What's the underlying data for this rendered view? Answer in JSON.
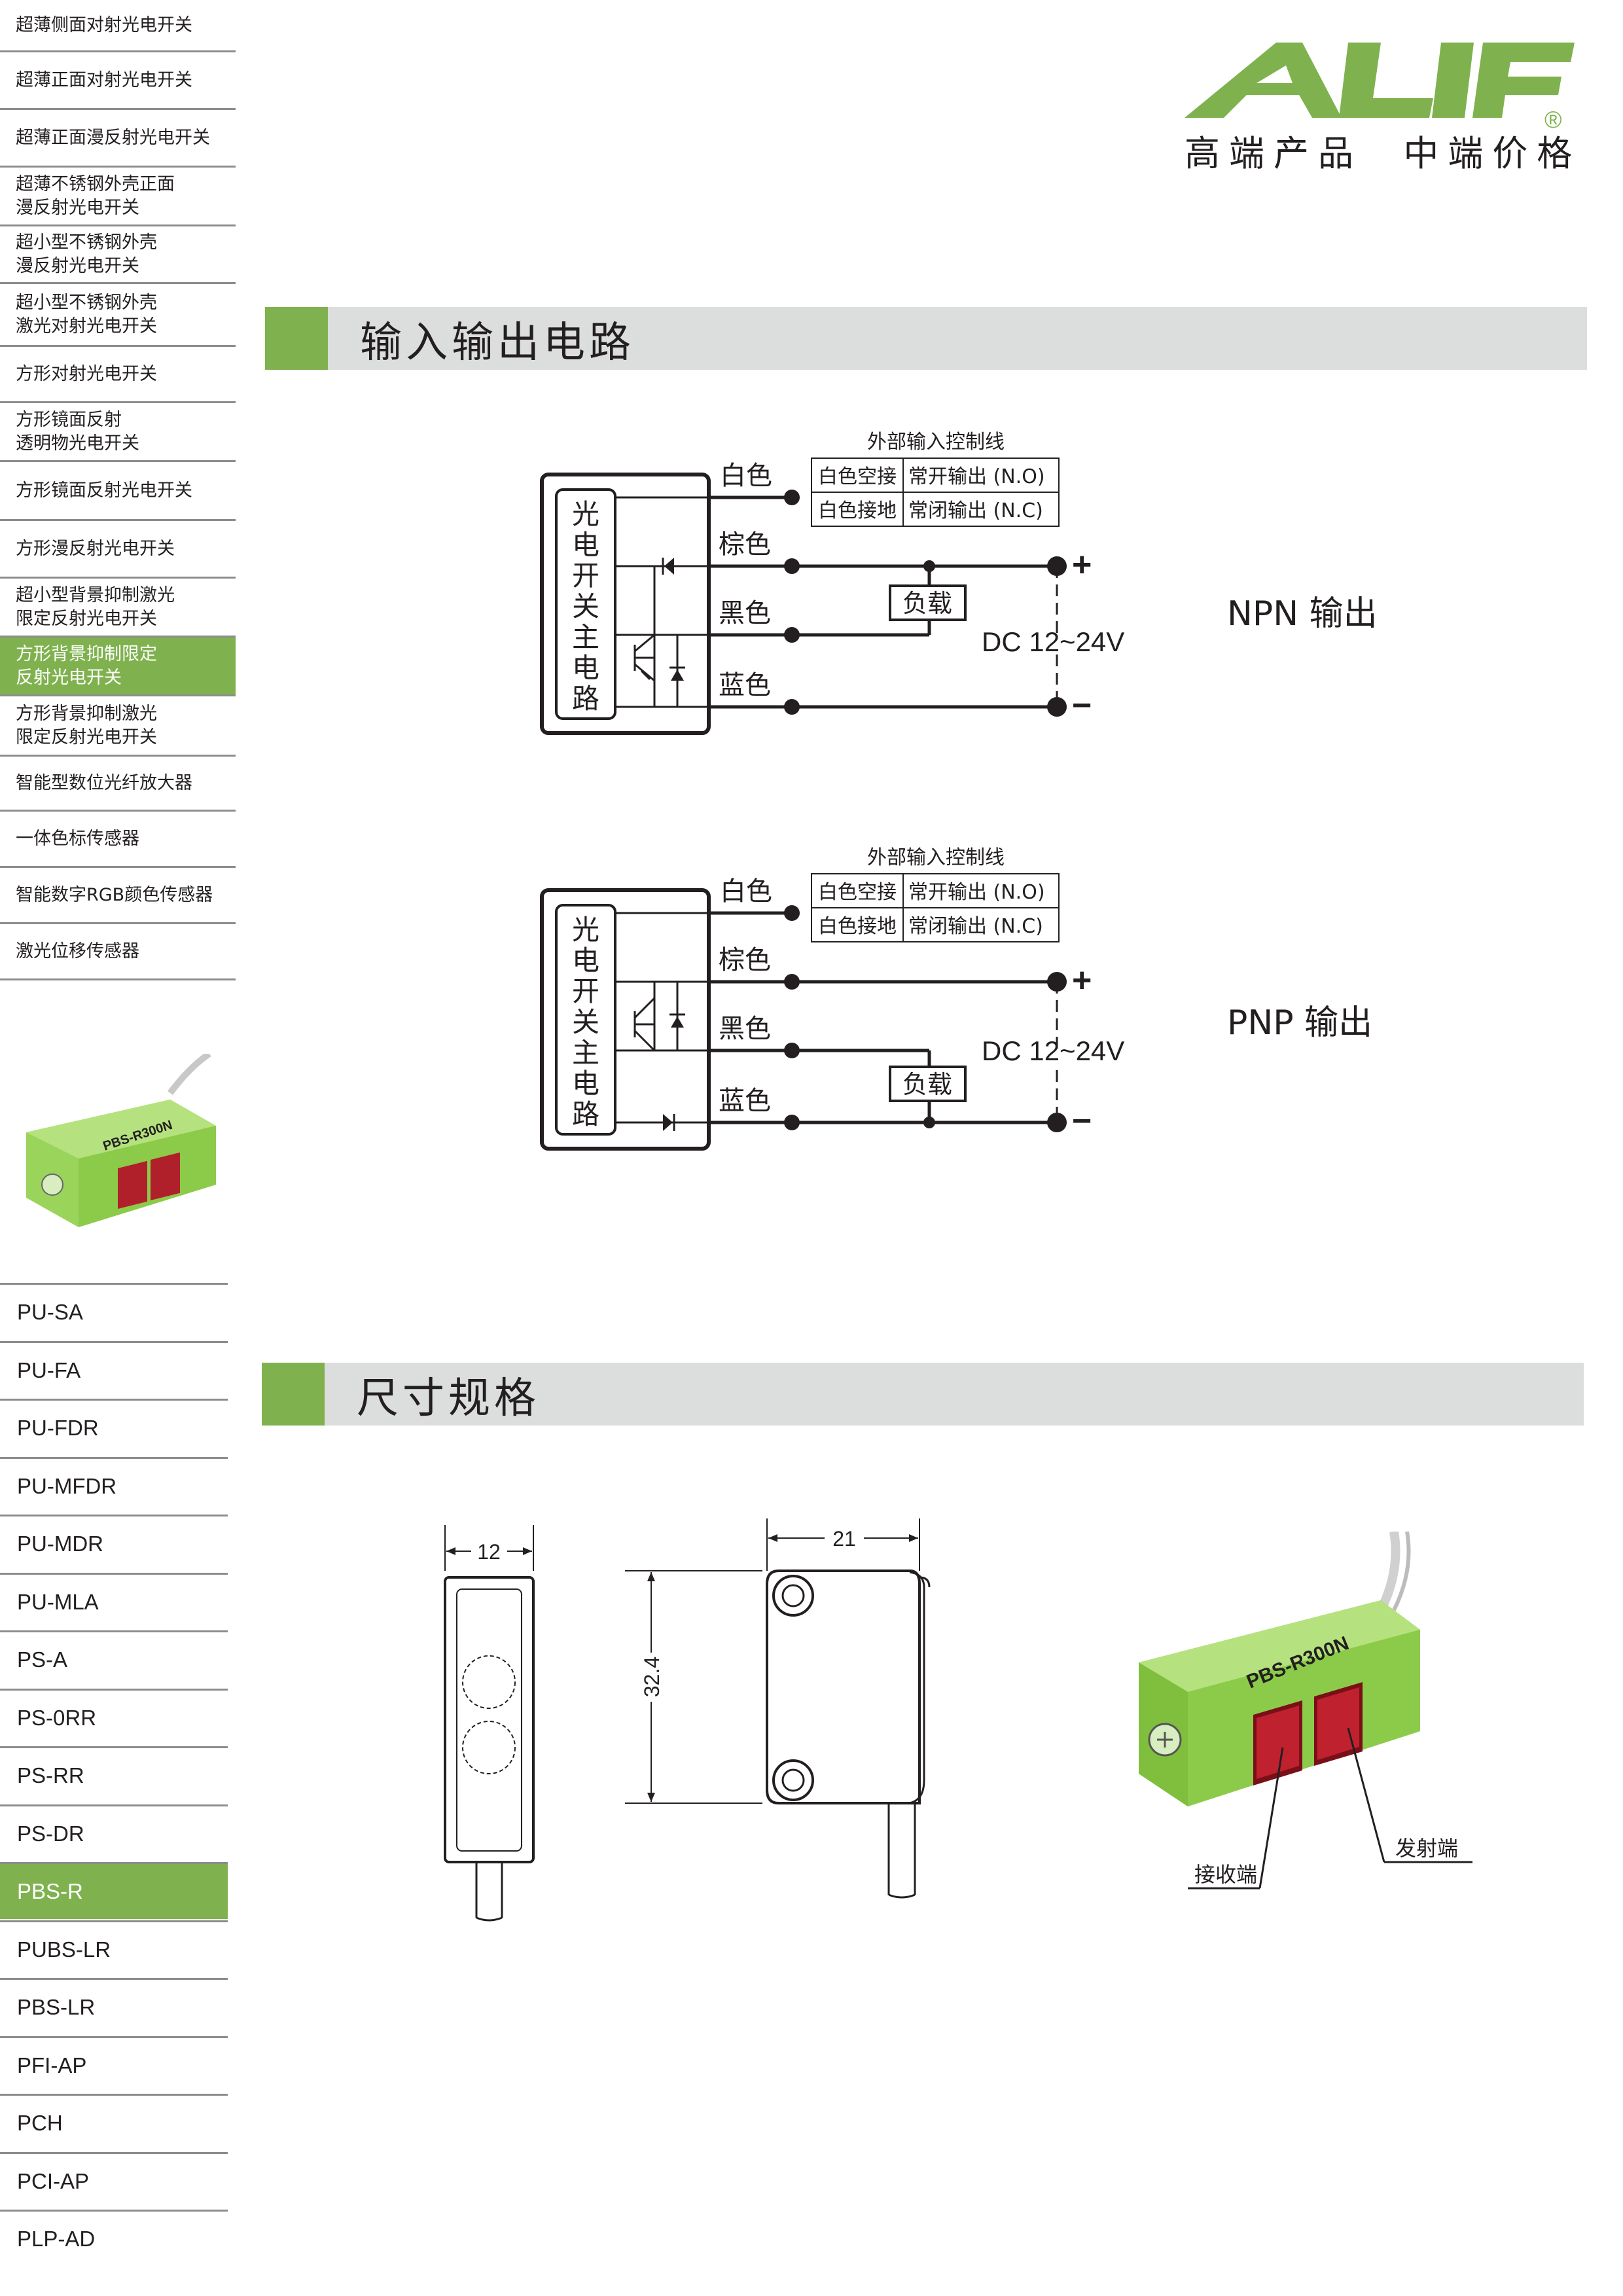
{
  "logo": {
    "brand": "ALIF",
    "registered": "®",
    "slogan": "高端产品  中端价格"
  },
  "category_menu": [
    {
      "label": "超薄侧面对射光电开关",
      "active": false
    },
    {
      "label": "超薄正面对射光电开关",
      "active": false
    },
    {
      "label": "超薄正面漫反射光电开关",
      "active": false
    },
    {
      "label": "超薄不锈钢外壳正面\n漫反射光电开关",
      "active": false
    },
    {
      "label": "超小型不锈钢外壳\n漫反射光电开关",
      "active": false
    },
    {
      "label": "超小型不锈钢外壳\n激光对射光电开关",
      "active": false
    },
    {
      "label": "方形对射光电开关",
      "active": false
    },
    {
      "label": "方形镜面反射\n透明物光电开关",
      "active": false
    },
    {
      "label": "方形镜面反射光电开关",
      "active": false
    },
    {
      "label": "方形漫反射光电开关",
      "active": false
    },
    {
      "label": "超小型背景抑制激光\n限定反射光电开关",
      "active": false
    },
    {
      "label": "方形背景抑制限定\n反射光电开关",
      "active": true
    },
    {
      "label": "方形背景抑制激光\n限定反射光电开关",
      "active": false
    },
    {
      "label": "智能型数位光纤放大器",
      "active": false
    },
    {
      "label": "一体色标传感器",
      "active": false
    },
    {
      "label": "智能数字RGB颜色传感器",
      "active": false
    },
    {
      "label": "激光位移传感器",
      "active": false
    }
  ],
  "model_menu": [
    {
      "label": "PU-SA",
      "active": false
    },
    {
      "label": "PU-FA",
      "active": false
    },
    {
      "label": "PU-FDR",
      "active": false
    },
    {
      "label": "PU-MFDR",
      "active": false
    },
    {
      "label": "PU-MDR",
      "active": false
    },
    {
      "label": "PU-MLA",
      "active": false
    },
    {
      "label": "PS-A",
      "active": false
    },
    {
      "label": "PS-0RR",
      "active": false
    },
    {
      "label": "PS-RR",
      "active": false
    },
    {
      "label": "PS-DR",
      "active": false
    },
    {
      "label": "PBS-R",
      "active": true
    },
    {
      "label": "PUBS-LR",
      "active": false
    },
    {
      "label": "PBS-LR",
      "active": false
    },
    {
      "label": "PFI-AP",
      "active": false
    },
    {
      "label": "PCH",
      "active": false
    },
    {
      "label": "PCI-AP",
      "active": false
    },
    {
      "label": "PLP-AD",
      "active": false
    }
  ],
  "product_label": "PBS-R300N",
  "sections": {
    "io_circuit": "输入输出电路",
    "dimensions": "尺寸规格"
  },
  "circuit": {
    "main_circuit_label": "光电开关主电路",
    "control_title": "外部输入控制线",
    "control_rows": [
      {
        "condition": "白色空接",
        "result": "常开输出 (N.O)"
      },
      {
        "condition": "白色接地",
        "result": "常闭输出 (N.C)"
      }
    ],
    "wires": [
      "白色",
      "棕色",
      "黑色",
      "蓝色"
    ],
    "load": "负载",
    "supply": "DC 12~24V",
    "plus": "+",
    "minus": "−",
    "npn_label": "NPN 输出",
    "pnp_label": "PNP 输出"
  },
  "dimensions": {
    "width": "12",
    "depth": "21",
    "height": "32.4",
    "receiver": "接收端",
    "emitter": "发射端"
  },
  "colors": {
    "accent": "#7fb24f",
    "bar": "#dcdddd",
    "sensor_body": "#9ad45a",
    "lens": "#b0202a"
  }
}
